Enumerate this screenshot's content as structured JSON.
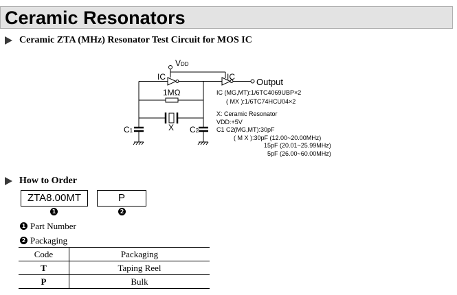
{
  "page": {
    "title": "Ceramic Resonators"
  },
  "test_circuit": {
    "heading": "Ceramic ZTA (MHz) Resonator Test Circuit for MOS IC",
    "vdd_label": "V",
    "vdd_sub": "DD",
    "ic_label_left": "IC",
    "ic_label_right": "IC",
    "output_label": "Output",
    "resistor_label": "1MΩ",
    "resonator_label": "X",
    "c1_label": "C",
    "c1_sub": "1",
    "c2_label": "C",
    "c2_sub": "2",
    "notes": [
      "IC (MG,MT):1/6TC4069UBP×2",
      "( MX ):1/6TC74HCU04×2",
      "X: Ceramic Resonator",
      "VDD:+5V",
      "C1 C2(MG,MT):30pF",
      "( M X ):30pF (12.00~20.00MHz)",
      "15pF (20.01~25.99MHz)",
      "5pF (26.00~60.00MHz)"
    ]
  },
  "how_to_order": {
    "heading": "How to Order",
    "part_box": "ZTA8.00MT",
    "pack_box": "P",
    "badge_1": "1",
    "badge_2": "2",
    "legend_1": "Part Number",
    "legend_2": "Packaging",
    "table": {
      "headers": [
        "Code",
        "Packaging"
      ],
      "rows": [
        {
          "code": "T",
          "packaging": "Taping Reel"
        },
        {
          "code": "P",
          "packaging": "Bulk"
        }
      ]
    }
  }
}
